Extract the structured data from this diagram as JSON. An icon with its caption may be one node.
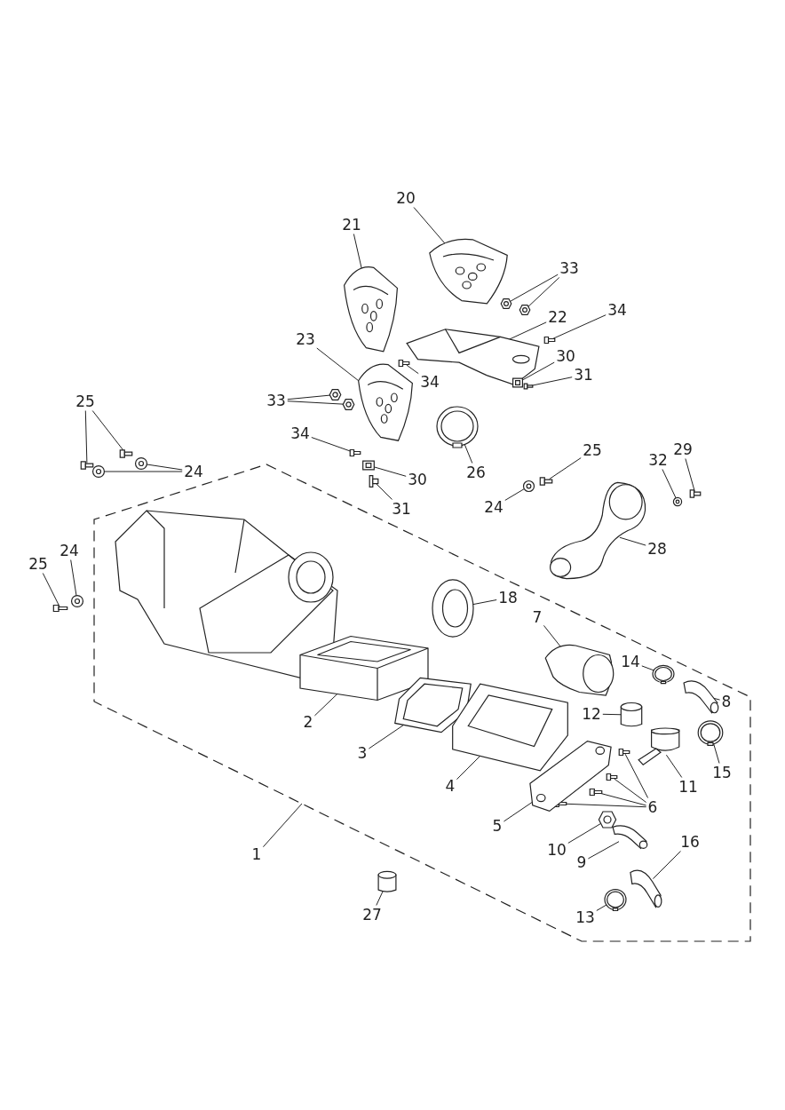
{
  "diagram": {
    "nodes": [
      {
        "text": [
          "20"
        ]
      },
      {
        "text": [],
        "shape": "picture"
      },
      {
        "text": [
          "21"
        ]
      },
      {
        "text": [],
        "shape": "picture"
      },
      {
        "text": [
          "33"
        ]
      },
      {
        "text": [],
        "shape": "picture"
      },
      {
        "text": [],
        "shape": "picture"
      },
      {
        "text": [
          "34"
        ]
      },
      {
        "text": [],
        "shape": "picture"
      },
      {
        "text": [
          "22"
        ]
      },
      {
        "text": [],
        "shape": "picture"
      },
      {
        "text": [
          "30"
        ]
      },
      {
        "text": [],
        "shape": "picture"
      },
      {
        "text": [
          "31"
        ]
      },
      {
        "text": [],
        "shape": "picture"
      },
      {
        "text": [
          "23"
        ]
      },
      {
        "text": [],
        "shape": "picture"
      },
      {
        "text": [
          "34"
        ]
      },
      {
        "text": [],
        "shape": "picture"
      },
      {
        "text": [
          "33"
        ]
      },
      {
        "text": [],
        "shape": "picture"
      },
      {
        "text": [],
        "shape": "picture"
      },
      {
        "text": [
          "25"
        ]
      },
      {
        "text": [],
        "shape": "picture"
      },
      {
        "text": [],
        "shape": "picture"
      },
      {
        "text": [
          "24"
        ]
      },
      {
        "text": [],
        "shape": "picture"
      },
      {
        "text": [],
        "shape": "picture"
      },
      {
        "text": [
          "34"
        ]
      },
      {
        "text": [],
        "shape": "picture"
      },
      {
        "text": [
          "26"
        ]
      },
      {
        "text": [],
        "shape": "picture"
      },
      {
        "text": [
          "30"
        ]
      },
      {
        "text": [],
        "shape": "picture"
      },
      {
        "text": [
          "31"
        ]
      },
      {
        "text": [],
        "shape": "picture"
      },
      {
        "text": [
          "25"
        ]
      },
      {
        "text": [],
        "shape": "picture"
      },
      {
        "text": [
          "24"
        ]
      },
      {
        "text": [],
        "shape": "picture"
      },
      {
        "text": [
          "32"
        ]
      },
      {
        "text": [],
        "shape": "picture"
      },
      {
        "text": [
          "29"
        ]
      },
      {
        "text": [],
        "shape": "picture"
      },
      {
        "text": [
          "28"
        ]
      },
      {
        "text": [],
        "shape": "picture"
      },
      {
        "text": [
          "25"
        ]
      },
      {
        "text": [],
        "shape": "picture"
      },
      {
        "text": [
          "24"
        ]
      },
      {
        "text": [],
        "shape": "picture"
      },
      {
        "text": [],
        "shape": "box"
      },
      {
        "text": [
          "18"
        ],
        "in": 50
      },
      {
        "text": [],
        "shape": "picture",
        "in": 50
      },
      {
        "text": [
          "7"
        ],
        "in": 50
      },
      {
        "text": [],
        "shape": "picture",
        "in": 50
      },
      {
        "text": [
          "14"
        ],
        "in": 50
      },
      {
        "text": [],
        "shape": "picture",
        "in": 50
      },
      {
        "text": [
          "8"
        ],
        "in": 50
      },
      {
        "text": [],
        "shape": "picture",
        "in": 50
      },
      {
        "text": [
          "12"
        ],
        "in": 50
      },
      {
        "text": [],
        "shape": "cylinder",
        "in": 50
      },
      {
        "text": [
          "2"
        ],
        "in": 50
      },
      {
        "text": [],
        "shape": "picture",
        "in": 50
      },
      {
        "text": [
          "3"
        ],
        "in": 50
      },
      {
        "text": [],
        "shape": "picture",
        "in": 50
      },
      {
        "text": [
          "11"
        ],
        "in": 50
      },
      {
        "text": [],
        "shape": "picture",
        "in": 50
      },
      {
        "text": [
          "15"
        ],
        "in": 50
      },
      {
        "text": [],
        "shape": "picture",
        "in": 50
      },
      {
        "text": [
          "4"
        ],
        "in": 50
      },
      {
        "text": [],
        "shape": "picture",
        "in": 50
      },
      {
        "text": [
          "6"
        ],
        "in": 50
      },
      {
        "text": [],
        "shape": "picture",
        "in": 50
      },
      {
        "text": [],
        "shape": "picture",
        "in": 50
      },
      {
        "text": [],
        "shape": "picture",
        "in": 50
      },
      {
        "text": [],
        "shape": "picture",
        "in": 50
      },
      {
        "text": [
          "5"
        ],
        "in": 50
      },
      {
        "text": [],
        "shape": "picture",
        "in": 50
      },
      {
        "text": [
          "10"
        ],
        "in": 50
      },
      {
        "text": [],
        "shape": "picture",
        "in": 50
      },
      {
        "text": [
          "9"
        ],
        "in": 50
      },
      {
        "text": [],
        "shape": "picture",
        "in": 50
      },
      {
        "text": [
          "16"
        ],
        "in": 50
      },
      {
        "text": [],
        "shape": "picture",
        "in": 50
      },
      {
        "text": [
          "27"
        ],
        "in": 50
      },
      {
        "text": [],
        "shape": "cylinder",
        "in": 50
      },
      {
        "text": [
          "13"
        ],
        "in": 50
      },
      {
        "text": [],
        "shape": "picture",
        "in": 50
      },
      {
        "text": [
          "1"
        ]
      }
    ],
    "edges": [
      {
        "from": 0,
        "to": 1,
        "arrow": "none"
      },
      {
        "from": 2,
        "to": 3,
        "arrow": "none"
      },
      {
        "from": 4,
        "to": 5,
        "arrow": "none"
      },
      {
        "from": 4,
        "to": 6,
        "arrow": "none"
      },
      {
        "from": 7,
        "to": 8,
        "arrow": "none"
      },
      {
        "from": 9,
        "to": 10,
        "arrow": "none"
      },
      {
        "from": 11,
        "to": 12,
        "arrow": "none"
      },
      {
        "from": 13,
        "to": 14,
        "arrow": "none"
      },
      {
        "from": 15,
        "to": 16,
        "arrow": "none"
      },
      {
        "from": 17,
        "to": 18,
        "arrow": "none"
      },
      {
        "from": 19,
        "to": 20,
        "arrow": "none"
      },
      {
        "from": 19,
        "to": 21,
        "arrow": "none"
      },
      {
        "from": 22,
        "to": 23,
        "arrow": "none"
      },
      {
        "from": 22,
        "to": 24,
        "arrow": "none"
      },
      {
        "from": 25,
        "to": 26,
        "arrow": "none"
      },
      {
        "from": 25,
        "to": 27,
        "arrow": "none"
      },
      {
        "from": 28,
        "to": 29,
        "arrow": "none"
      },
      {
        "from": 30,
        "to": 31,
        "arrow": "none"
      },
      {
        "from": 32,
        "to": 33,
        "arrow": "none"
      },
      {
        "from": 34,
        "to": 35,
        "arrow": "none"
      },
      {
        "from": 36,
        "to": 37,
        "arrow": "none"
      },
      {
        "from": 38,
        "to": 39,
        "arrow": "none"
      },
      {
        "from": 40,
        "to": 41,
        "arrow": "none"
      },
      {
        "from": 42,
        "to": 43,
        "arrow": "none"
      },
      {
        "from": 44,
        "to": 45,
        "arrow": "none"
      },
      {
        "from": 46,
        "to": 47,
        "arrow": "none"
      },
      {
        "from": 48,
        "to": 49,
        "arrow": "none"
      },
      {
        "from": 51,
        "to": 52,
        "arrow": "none"
      },
      {
        "from": 53,
        "to": 54,
        "arrow": "none"
      },
      {
        "from": 55,
        "to": 56,
        "arrow": "none"
      },
      {
        "from": 57,
        "to": 58,
        "arrow": "none"
      },
      {
        "from": 59,
        "to": 60,
        "arrow": "none"
      },
      {
        "from": 61,
        "to": 62,
        "arrow": "none"
      },
      {
        "from": 63,
        "to": 64,
        "arrow": "none"
      },
      {
        "from": 65,
        "to": 66,
        "arrow": "none"
      },
      {
        "from": 67,
        "to": 68,
        "arrow": "none"
      },
      {
        "from": 69,
        "to": 70,
        "arrow": "none"
      },
      {
        "from": 71,
        "to": 72,
        "arrow": "none"
      },
      {
        "from": 71,
        "to": 73,
        "arrow": "none"
      },
      {
        "from": 71,
        "to": 74,
        "arrow": "none"
      },
      {
        "from": 71,
        "to": 75,
        "arrow": "none"
      },
      {
        "from": 76,
        "to": 77,
        "arrow": "none"
      },
      {
        "from": 78,
        "to": 79,
        "arrow": "none"
      },
      {
        "from": 80,
        "to": 81,
        "arrow": "none"
      },
      {
        "from": 82,
        "to": 83,
        "arrow": "none"
      },
      {
        "from": 84,
        "to": 85,
        "arrow": "none"
      },
      {
        "from": 86,
        "to": 87,
        "arrow": "none"
      },
      {
        "from": 88,
        "to": 50,
        "arrow": "none"
      }
    ]
  }
}
